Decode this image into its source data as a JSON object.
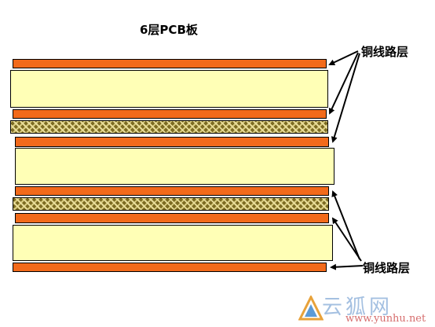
{
  "diagram": {
    "title": "6层PCB板",
    "label_top": "铜线路层",
    "label_bottom": "铜线路层",
    "layers": [
      {
        "kind": "copper",
        "name": "copper-layer-1"
      },
      {
        "kind": "core",
        "name": "core-layer-1"
      },
      {
        "kind": "copper",
        "name": "copper-layer-2"
      },
      {
        "kind": "prepreg",
        "name": "prepreg-layer-1"
      },
      {
        "kind": "copper",
        "name": "copper-layer-3"
      },
      {
        "kind": "core",
        "name": "core-layer-2"
      },
      {
        "kind": "copper",
        "name": "copper-layer-4"
      },
      {
        "kind": "prepreg",
        "name": "prepreg-layer-2"
      },
      {
        "kind": "copper",
        "name": "copper-layer-5"
      },
      {
        "kind": "core",
        "name": "core-layer-3"
      },
      {
        "kind": "copper",
        "name": "copper-layer-6"
      }
    ],
    "colors": {
      "copper": "#f26a1b",
      "core": "#ffffb6",
      "prepreg": "#7c6b22",
      "outline": "#000000"
    }
  },
  "watermark": {
    "text": "云狐网",
    "url": "www.yunhu.net"
  }
}
